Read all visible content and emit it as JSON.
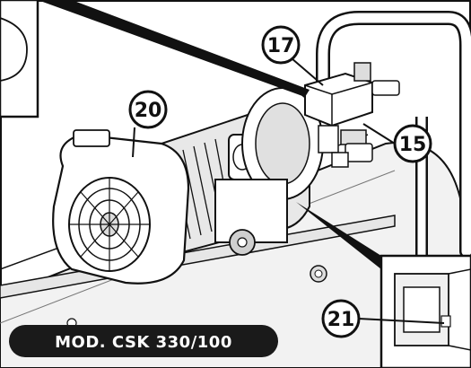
{
  "figure": {
    "model_label": "MOD. CSK 330/100",
    "callouts": [
      {
        "id": "c17",
        "number": "17"
      },
      {
        "id": "c20",
        "number": "20"
      },
      {
        "id": "c15",
        "number": "15"
      },
      {
        "id": "c21",
        "number": "21"
      }
    ]
  },
  "colors": {
    "ink": "#111111",
    "paper": "#ffffff",
    "shade": "#d9d9d9",
    "dark_shade": "#8a8a8a",
    "badge": "#1a1a1a"
  },
  "icons": {
    "motor": "electric-motor-icon",
    "fan": "fan-grille-icon",
    "pressure_switch": "pressure-switch-icon",
    "handle": "tank-handle-icon"
  }
}
